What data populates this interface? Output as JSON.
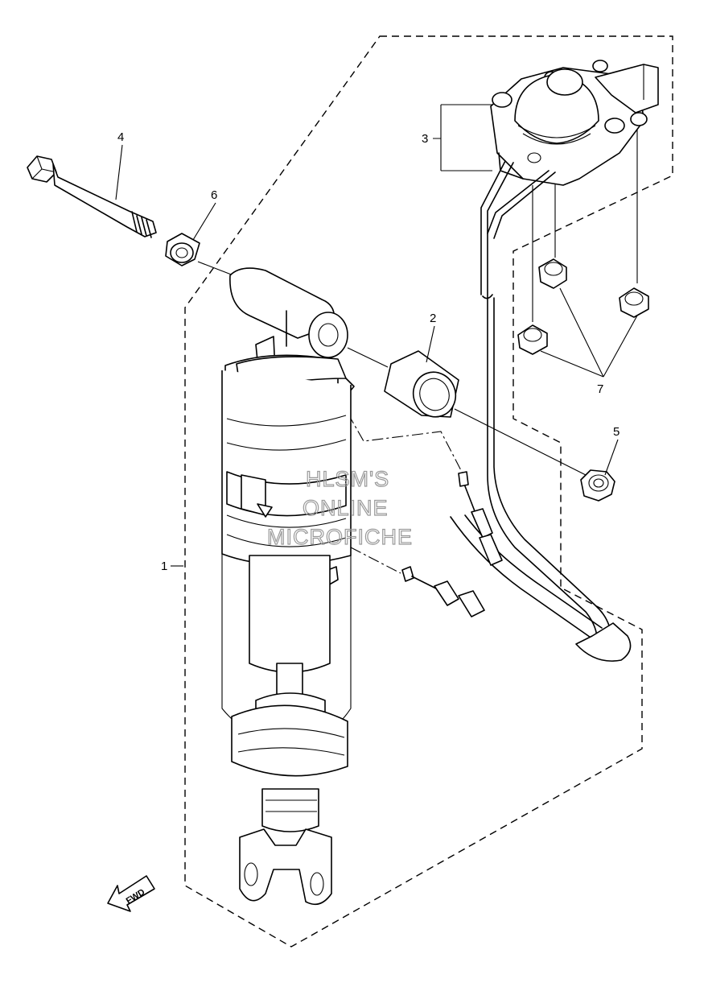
{
  "callouts": [
    {
      "id": "1",
      "label": "1"
    },
    {
      "id": "2",
      "label": "2"
    },
    {
      "id": "3",
      "label": "3"
    },
    {
      "id": "4",
      "label": "4"
    },
    {
      "id": "5",
      "label": "5"
    },
    {
      "id": "6",
      "label": "6"
    },
    {
      "id": "7",
      "label": "7"
    }
  ],
  "watermark": {
    "line1": "HLSM'S",
    "line2": "ONLINE",
    "line3": "MICROFICHE"
  },
  "direction_arrow": {
    "label": "FWD"
  }
}
